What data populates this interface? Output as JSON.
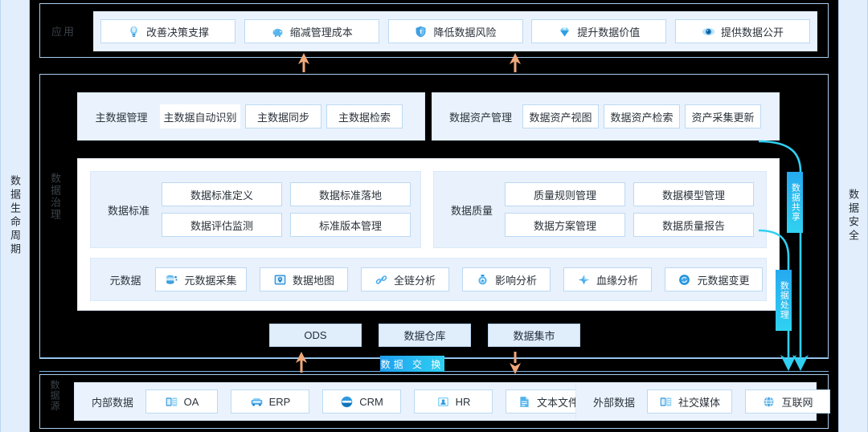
{
  "sides": {
    "left_label": "数据生命周期",
    "right_label": "数据安全"
  },
  "layers": {
    "application": {
      "label": "应用",
      "items": [
        {
          "text": "改善决策支撑",
          "icon": "lightbulb-icon"
        },
        {
          "text": "缩减管理成本",
          "icon": "piggy-bank-icon"
        },
        {
          "text": "降低数据风险",
          "icon": "shield-icon"
        },
        {
          "text": "提升数据价值",
          "icon": "diamond-icon"
        },
        {
          "text": "提供数据公开",
          "icon": "eye-icon"
        }
      ]
    },
    "governance": {
      "label": "数据治理",
      "master_data": {
        "title": "主数据管理",
        "items": [
          "主数据自动识别",
          "主数据同步",
          "主数据检索"
        ]
      },
      "data_asset": {
        "title": "数据资产管理",
        "items": [
          "数据资产视图",
          "数据资产检索",
          "资产采集更新"
        ]
      },
      "data_standard": {
        "title": "数据标准",
        "items": [
          "数据标准定义",
          "数据标准落地",
          "数据评估监测",
          "标准版本管理"
        ]
      },
      "data_quality": {
        "title": "数据质量",
        "items": [
          "质量规则管理",
          "数据模型管理",
          "数据方案管理",
          "数据质量报告"
        ]
      },
      "metadata": {
        "title": "元数据",
        "items": [
          {
            "text": "元数据采集",
            "icon": "database-collect-icon"
          },
          {
            "text": "数据地图",
            "icon": "map-icon"
          },
          {
            "text": "全链分析",
            "icon": "link-icon"
          },
          {
            "text": "影响分析",
            "icon": "impact-icon"
          },
          {
            "text": "血缘分析",
            "icon": "lineage-icon"
          },
          {
            "text": "元数据变更",
            "icon": "change-icon"
          }
        ]
      },
      "stores": [
        "ODS",
        "数据仓库",
        "数据集市"
      ]
    },
    "exchange": {
      "badge": "数据 交 换"
    },
    "sources": {
      "label": "数据源",
      "internal": {
        "title": "内部数据",
        "items": [
          {
            "text": "OA",
            "icon": "oa-icon"
          },
          {
            "text": "ERP",
            "icon": "erp-icon"
          },
          {
            "text": "CRM",
            "icon": "crm-icon"
          },
          {
            "text": "HR",
            "icon": "hr-icon"
          },
          {
            "text": "文本文件",
            "icon": "document-icon"
          }
        ]
      },
      "external": {
        "title": "外部数据",
        "items": [
          {
            "text": "社交媒体",
            "icon": "social-icon"
          },
          {
            "text": "互联网",
            "icon": "globe-icon"
          }
        ]
      }
    }
  },
  "flow_badges": {
    "share": "数据共享",
    "process": "数据处理"
  },
  "colors": {
    "accent_cyan": "#2fd0f2",
    "accent_blue": "#1f9ff0",
    "arrow_orange": "#f0a87a",
    "panel_blue": "#e3eefc",
    "chip_border": "#bcd9f2"
  }
}
